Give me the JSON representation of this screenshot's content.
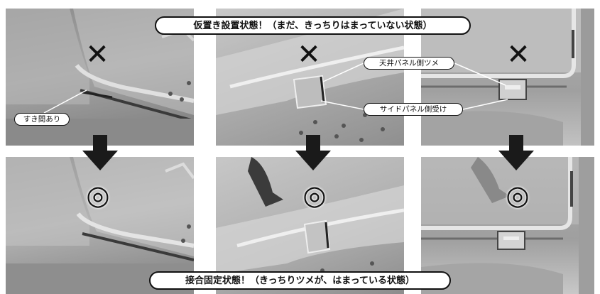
{
  "banners": {
    "top": "仮置き設置状態！（まだ、きっちりはまっていない状態）",
    "bottom": "接合固定状態！（きっちりツメが、はまっている状態）"
  },
  "callouts": {
    "gap": "すき間あり",
    "ceiling_claw": "天井パネル側ツメ",
    "side_receiver": "サイドパネル側受け"
  },
  "marks": {
    "ng": "✕",
    "ok": "◎"
  },
  "colors": {
    "ink": "#111111",
    "background": "#ffffff"
  },
  "icons": [
    "cross-mark-icon",
    "double-circle-icon",
    "down-arrow-icon"
  ]
}
